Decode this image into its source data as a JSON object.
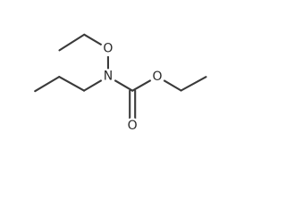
{
  "molecule": {
    "atoms": {
      "n": {
        "label": "N"
      },
      "o_ethoxy": {
        "label": "O"
      },
      "o_ester": {
        "label": "O"
      },
      "o_carbonyl": {
        "label": "O"
      }
    },
    "colors": {
      "bond": "#3a3a3a",
      "label": "#2a2a2a",
      "background": "#ffffff"
    }
  }
}
